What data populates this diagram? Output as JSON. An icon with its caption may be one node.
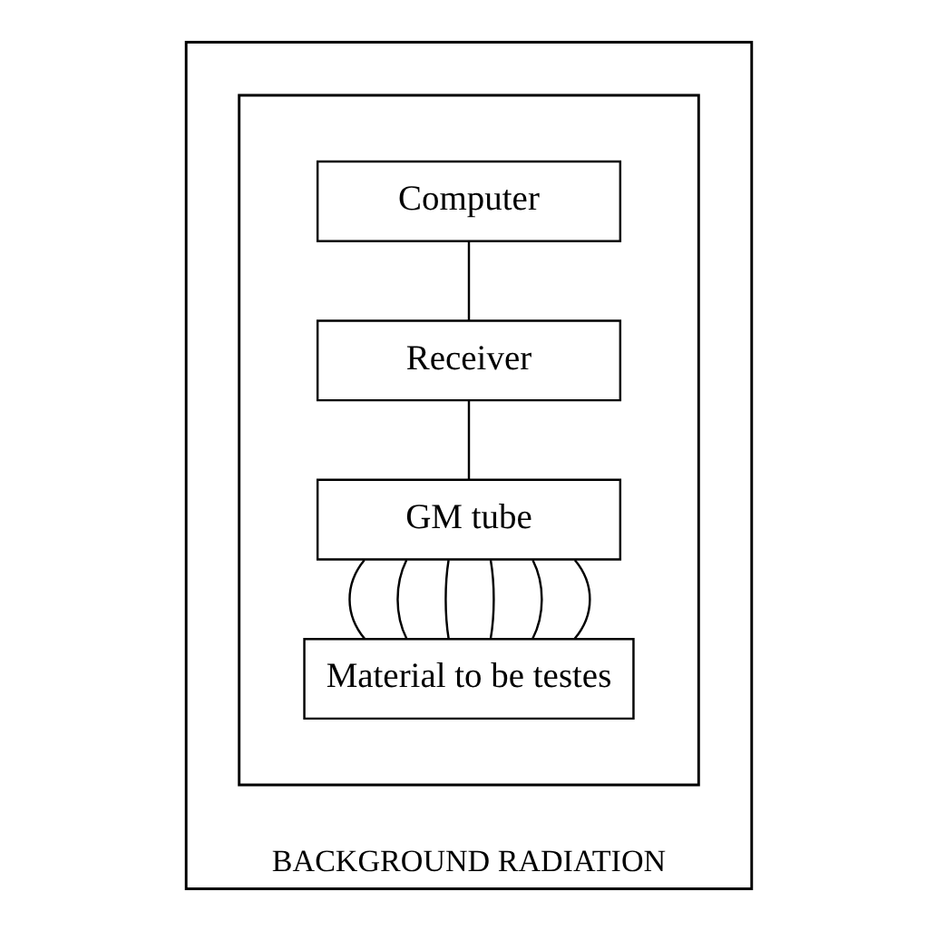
{
  "diagram": {
    "nodes": [
      {
        "text": [
          "BACKGROUND RADIATION"
        ]
      },
      {
        "text": [],
        "shape": "box",
        "in": 0
      },
      {
        "text": [
          "Computer"
        ],
        "in": 1
      },
      {
        "text": [
          "Receiver"
        ],
        "in": 1
      },
      {
        "text": [
          "GM tube"
        ],
        "in": 1
      },
      {
        "text": [
          "Material to be testes"
        ],
        "in": 1
      }
    ],
    "edges": [
      {
        "from": 2,
        "to": 3,
        "arrow": "none"
      },
      {
        "from": 3,
        "to": 4,
        "arrow": "none"
      },
      {
        "from": 4,
        "to": 5,
        "arrow": "none"
      },
      {
        "from": 4,
        "to": 5,
        "arrow": "none"
      },
      {
        "from": 4,
        "to": 5,
        "arrow": "none"
      },
      {
        "from": 4,
        "to": 5,
        "arrow": "none"
      },
      {
        "from": 4,
        "to": 5,
        "arrow": "none"
      },
      {
        "from": 4,
        "to": 5,
        "arrow": "none"
      }
    ]
  }
}
